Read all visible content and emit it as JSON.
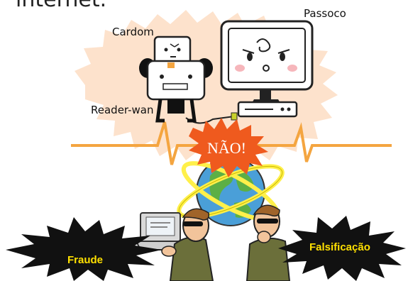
{
  "header": {
    "text": "internet."
  },
  "characters": {
    "passoco": "Passoco",
    "cardom": "Cardom",
    "reader_wan": "Reader-wan"
  },
  "warning": {
    "text": "NÃO!"
  },
  "threats": {
    "left": "Fraude",
    "right": "Falsificação"
  },
  "colors": {
    "glow": "#fde2cc",
    "pulse_line": "#f4a540",
    "warning_fill": "#ef5a1e",
    "globe_ring": "#fff04a",
    "globe_water": "#4a9fd8",
    "globe_land": "#5caf45",
    "burst_text": "#ffe000"
  }
}
